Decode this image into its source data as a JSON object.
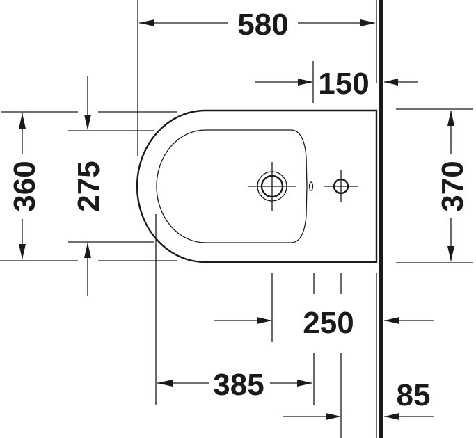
{
  "drawing": {
    "title": "Bidet top view dimension drawing",
    "units": "mm",
    "colors": {
      "line": "#1a1a1a",
      "background": "#ffffff"
    },
    "dimensions": {
      "overall_length": "580",
      "wall_to_tap_hole": "150",
      "overall_width": "360",
      "bowl_width": "275",
      "rear_width": "370",
      "wall_to_waste_hole": "250",
      "front_to_waste": "385",
      "fixing_distance": "85"
    }
  }
}
